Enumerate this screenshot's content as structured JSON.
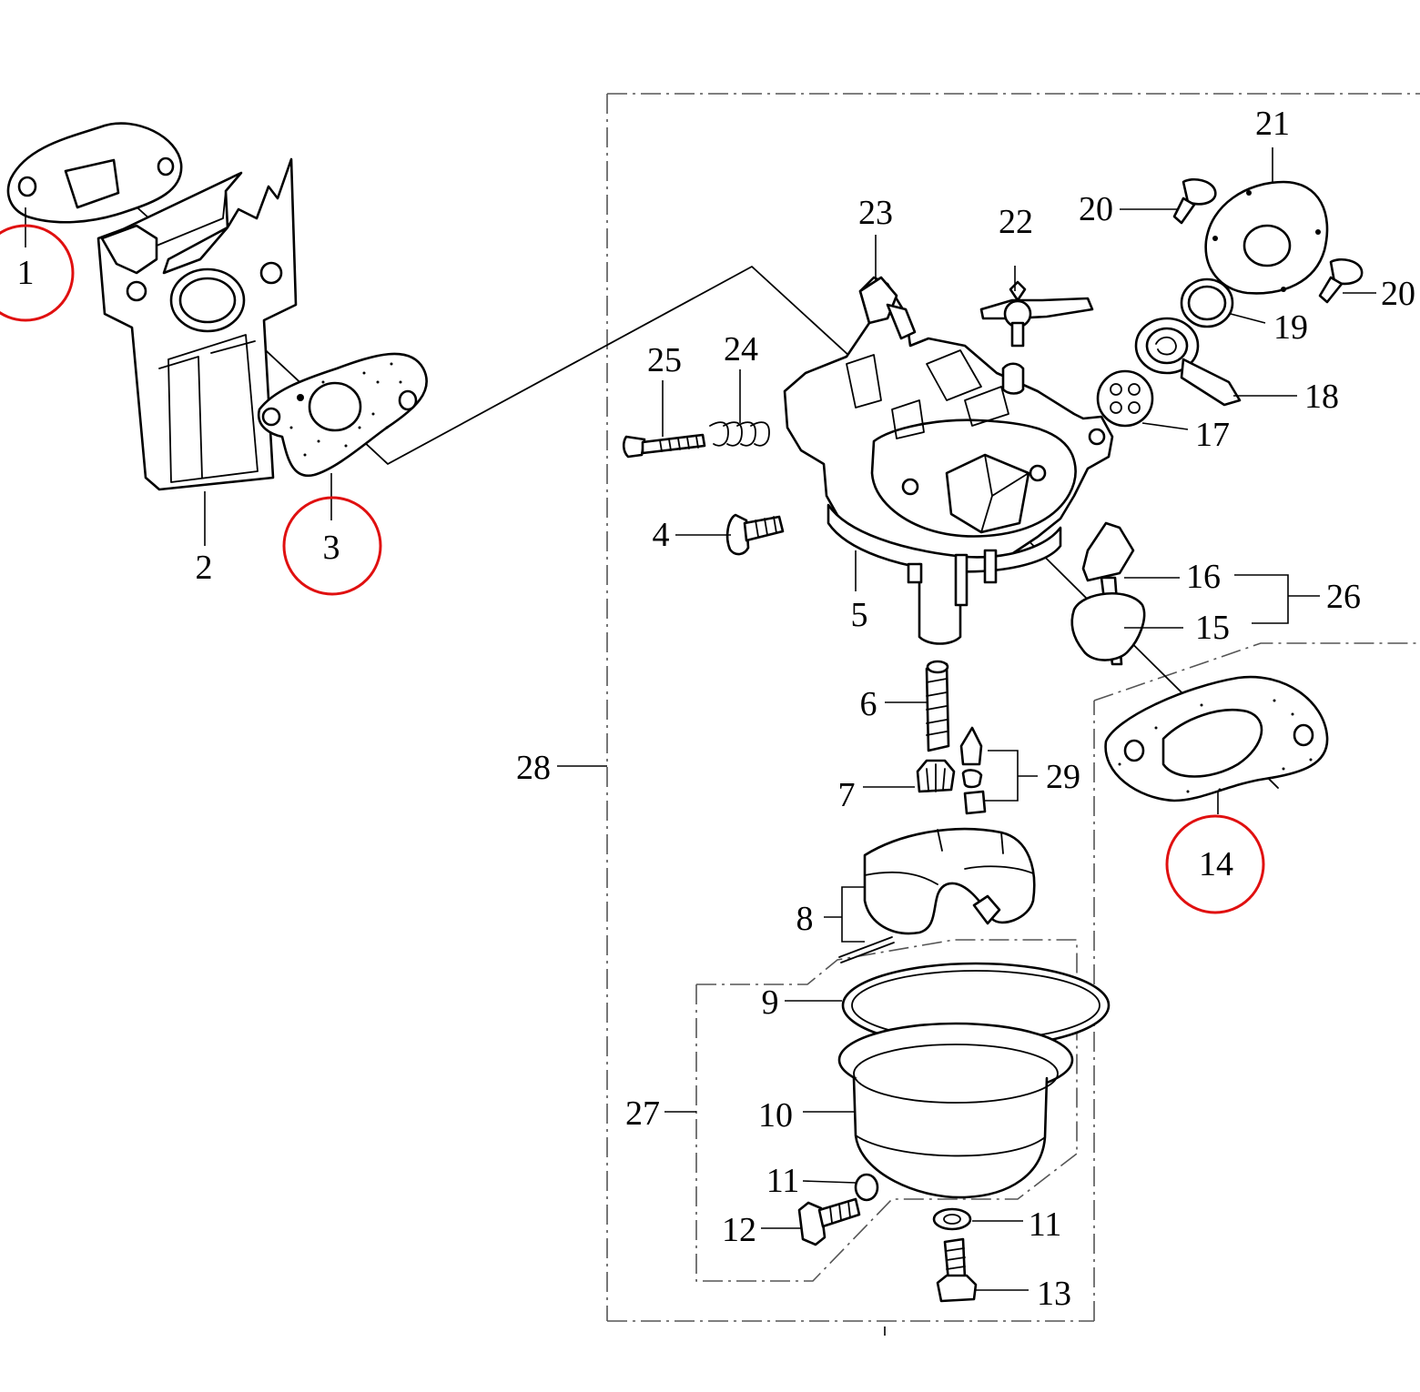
{
  "diagram": {
    "highlight_color": "#e01010",
    "highlighted_parts": [
      "1",
      "3",
      "14"
    ],
    "part_numbers": [
      "1",
      "2",
      "3",
      "4",
      "5",
      "6",
      "7",
      "8",
      "9",
      "10",
      "11",
      "11",
      "12",
      "13",
      "14",
      "15",
      "16",
      "17",
      "18",
      "19",
      "20",
      "20",
      "21",
      "22",
      "23",
      "24",
      "25",
      "26",
      "27",
      "28",
      "29"
    ]
  }
}
